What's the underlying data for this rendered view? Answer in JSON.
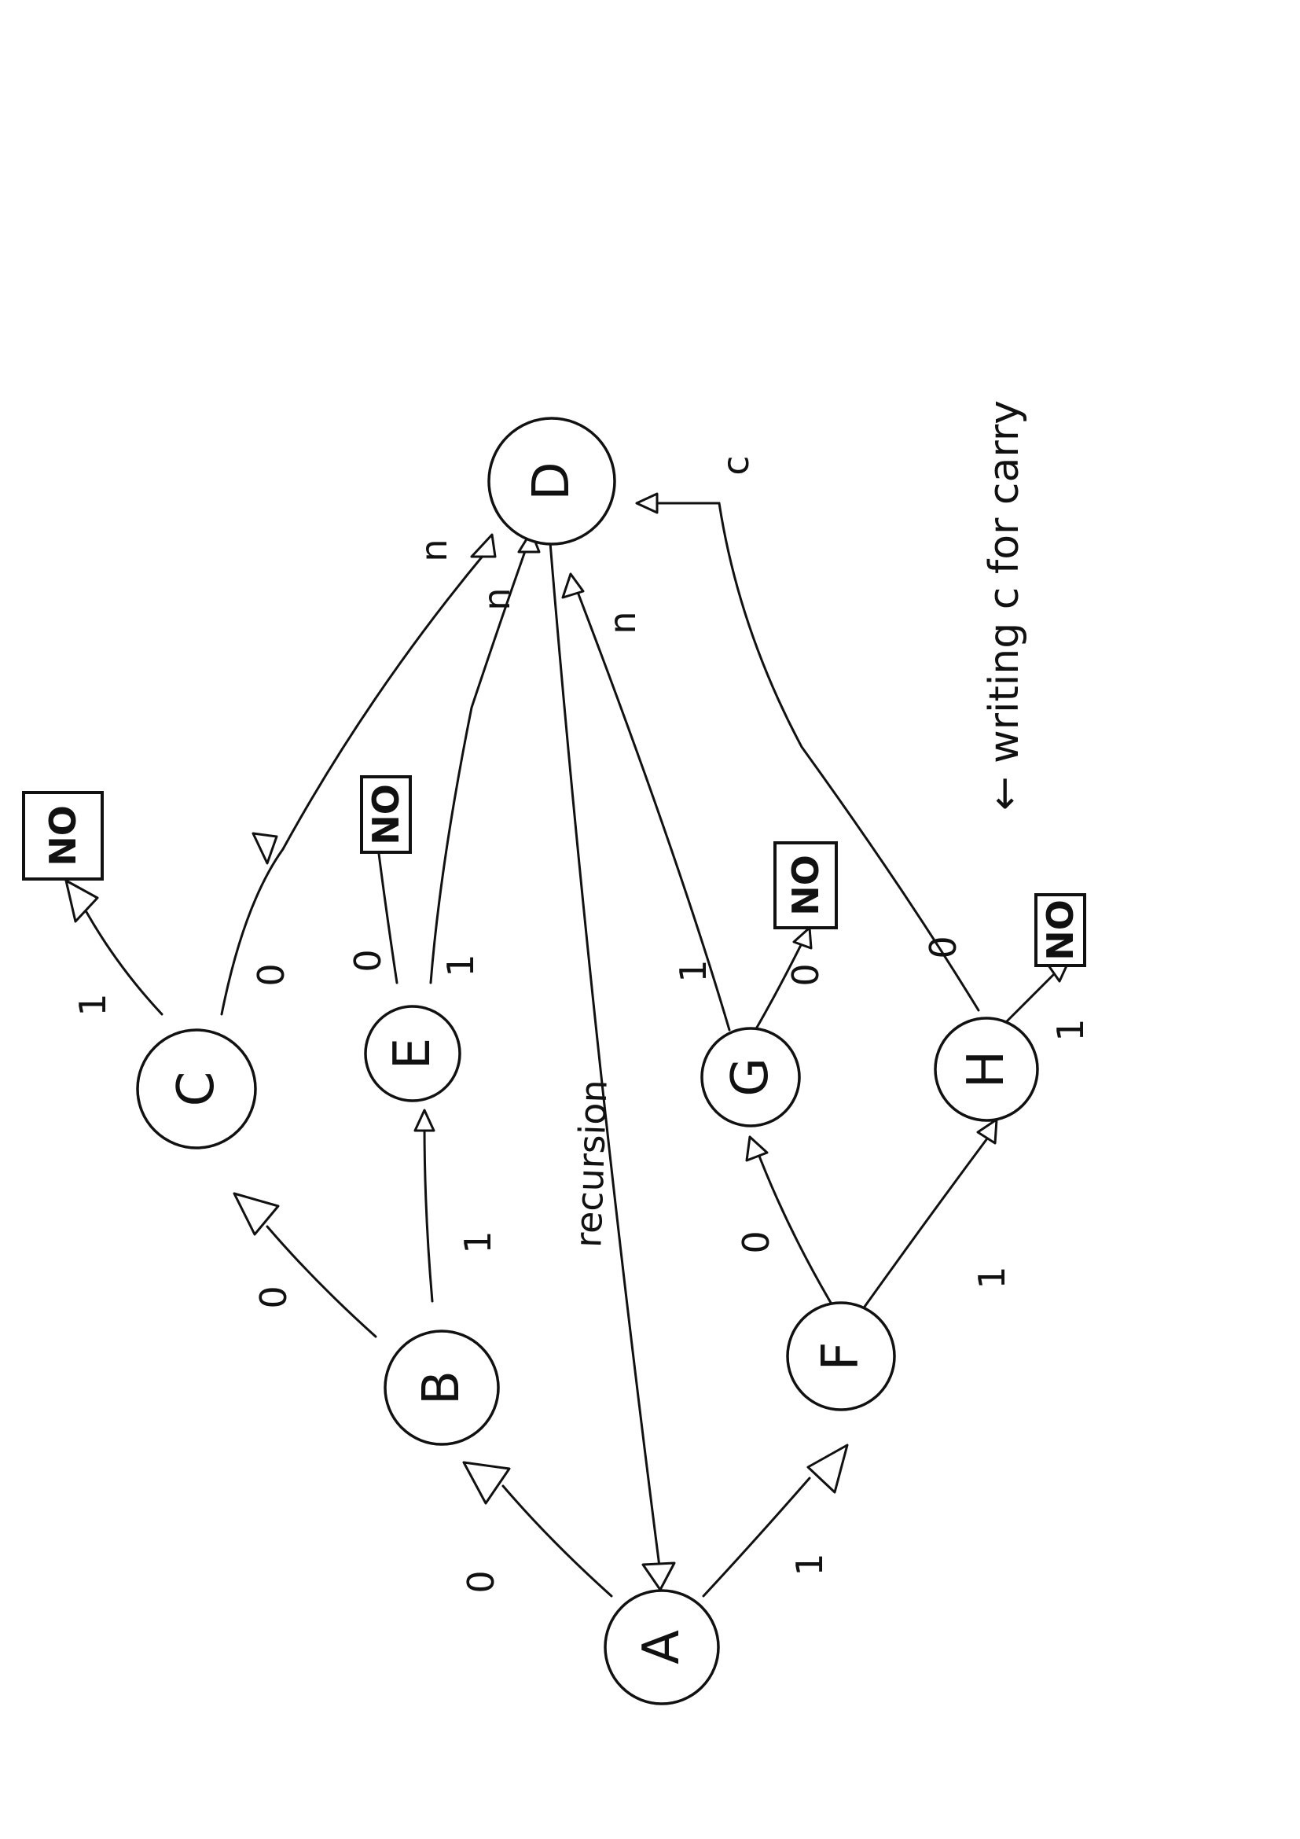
{
  "diagram": {
    "type": "state-machine",
    "nodes": [
      {
        "id": "A",
        "label": "A"
      },
      {
        "id": "B",
        "label": "B"
      },
      {
        "id": "C",
        "label": "C"
      },
      {
        "id": "D",
        "label": "D"
      },
      {
        "id": "E",
        "label": "E"
      },
      {
        "id": "F",
        "label": "F"
      },
      {
        "id": "G",
        "label": "G"
      },
      {
        "id": "H",
        "label": "H"
      }
    ],
    "terminals": [
      {
        "id": "no1",
        "label": "NO"
      },
      {
        "id": "no2",
        "label": "NO"
      },
      {
        "id": "no3",
        "label": "NO"
      },
      {
        "id": "no4",
        "label": "NO"
      }
    ],
    "edges": [
      {
        "from": "A",
        "to": "B",
        "label": "0"
      },
      {
        "from": "A",
        "to": "F",
        "label": "1"
      },
      {
        "from": "B",
        "to": "C",
        "label": "0"
      },
      {
        "from": "B",
        "to": "E",
        "label": "1"
      },
      {
        "from": "C",
        "to": "no1",
        "label": "1"
      },
      {
        "from": "C",
        "to": "D",
        "label": "0"
      },
      {
        "from": "E",
        "to": "no2",
        "label": "0"
      },
      {
        "from": "E",
        "to": "D",
        "label": "1"
      },
      {
        "from": "F",
        "to": "G",
        "label": "0"
      },
      {
        "from": "F",
        "to": "H",
        "label": "1"
      },
      {
        "from": "G",
        "to": "no3",
        "label": "0"
      },
      {
        "from": "G",
        "to": "D",
        "label": "1"
      },
      {
        "from": "H",
        "to": "no4",
        "label": "1"
      },
      {
        "from": "H",
        "to": "D",
        "label": "0"
      },
      {
        "from": "D",
        "to": "A",
        "label": "recursion"
      }
    ],
    "d_edge_marks": [
      "n",
      "n",
      "n",
      "c"
    ],
    "note": "← writing c for carry"
  }
}
